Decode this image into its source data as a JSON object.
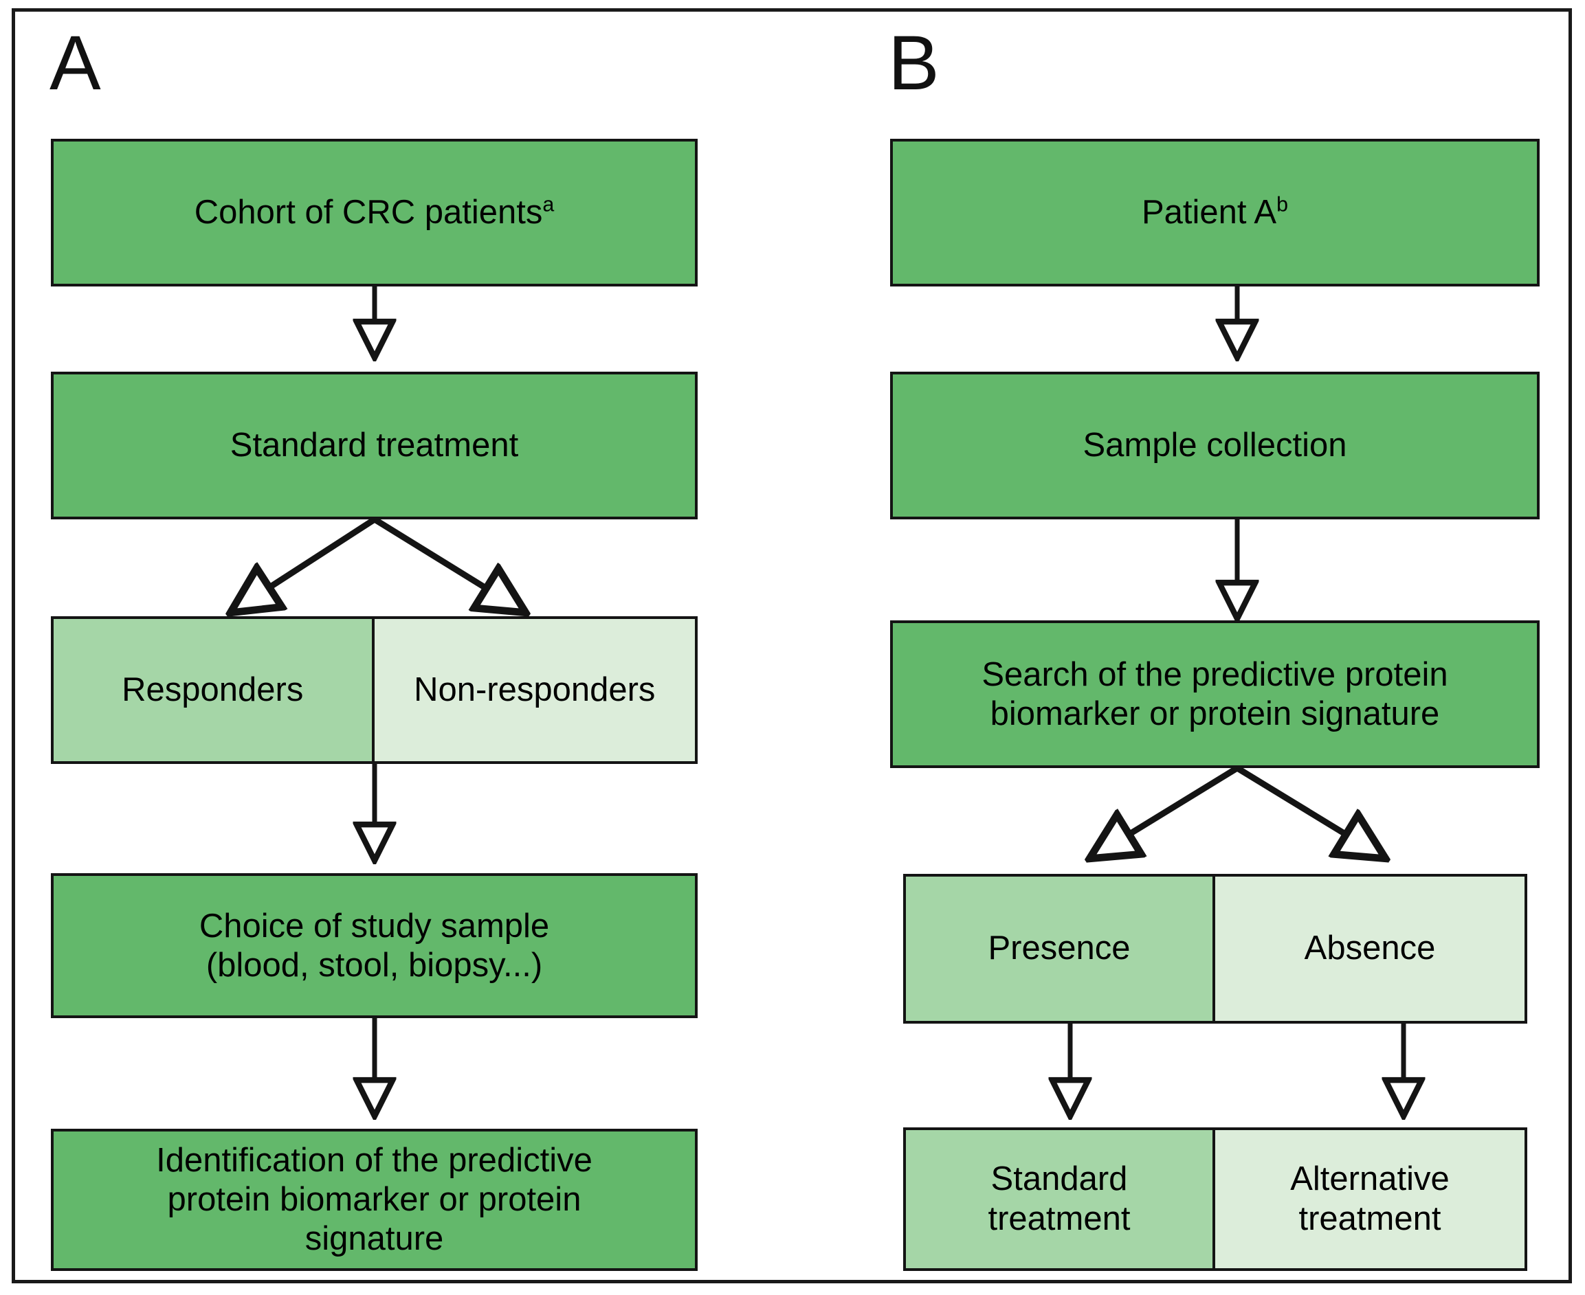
{
  "figure": {
    "panels": [
      {
        "letter": "A",
        "nodes": [
          {
            "id": "cohort",
            "text": "Cohort of CRC patients",
            "sup": "a"
          },
          {
            "id": "standard_tx",
            "text": "Standard treatment",
            "sup": ""
          },
          {
            "id": "responders",
            "text": "Responders",
            "sup": ""
          },
          {
            "id": "nonresponders",
            "text": "Non-responders",
            "sup": ""
          },
          {
            "id": "choice",
            "line1": "Choice of study sample",
            "line2": "(blood, stool, biopsy...)"
          },
          {
            "id": "identify",
            "line1": "Identification of the predictive",
            "line2": "protein biomarker or protein",
            "line3": "signature"
          }
        ]
      },
      {
        "letter": "B",
        "nodes": [
          {
            "id": "patient",
            "text": "Patient A",
            "sup": "b"
          },
          {
            "id": "sample",
            "text": "Sample collection",
            "sup": ""
          },
          {
            "id": "search",
            "line1": "Search of the predictive protein",
            "line2": "biomarker or protein signature"
          },
          {
            "id": "presence",
            "text": "Presence",
            "sup": ""
          },
          {
            "id": "absence",
            "text": "Absence",
            "sup": ""
          },
          {
            "id": "std_tx",
            "line1": "Standard",
            "line2": "treatment"
          },
          {
            "id": "alt_tx",
            "line1": "Alternative",
            "line2": "treatment"
          }
        ]
      }
    ],
    "colors": {
      "node_dark": "#63b86b",
      "node_mid": "#a5d6a7",
      "node_light": "#dcedda",
      "border": "#141414",
      "background": "#ffffff",
      "text": "#000000"
    }
  }
}
